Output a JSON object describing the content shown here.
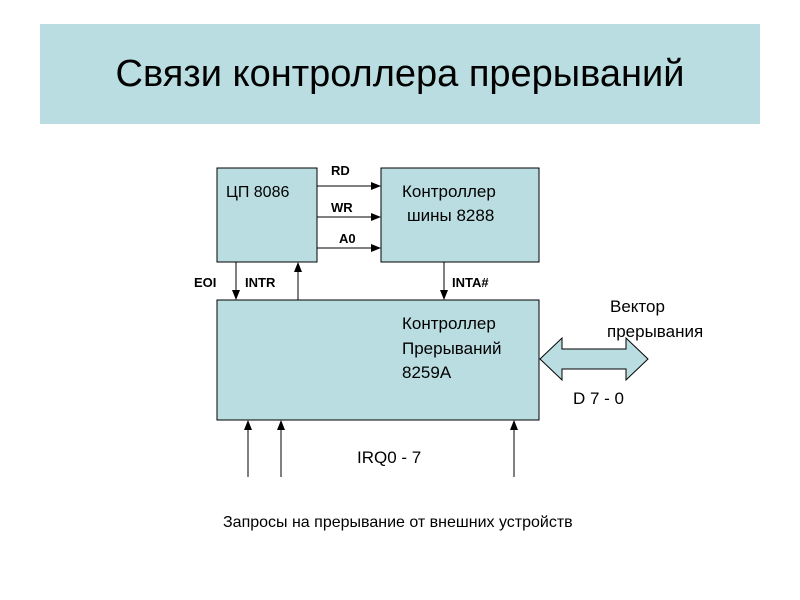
{
  "title": "Связи контроллера прерываний",
  "cpu": {
    "label": "ЦП 8086"
  },
  "bus_controller": {
    "line1": "Контроллер",
    "line2": "шины 8288"
  },
  "interrupt_controller": {
    "line1": "Контроллер",
    "line2": "Прерываний",
    "line3": "8259А"
  },
  "signals": {
    "rd": "RD",
    "wr": "WR",
    "a0": "A0",
    "eoi": "EOI",
    "intr": "INTR",
    "inta": "INTA#"
  },
  "vector": {
    "line1": "Вектор",
    "line2": "прерывания",
    "bus": "D 7 - 0"
  },
  "irq": "IRQ0 - 7",
  "caption": "Запросы на прерывание от внешних устройств",
  "colors": {
    "box_fill": "#b9dde0",
    "title_band": "#b9dde0"
  }
}
